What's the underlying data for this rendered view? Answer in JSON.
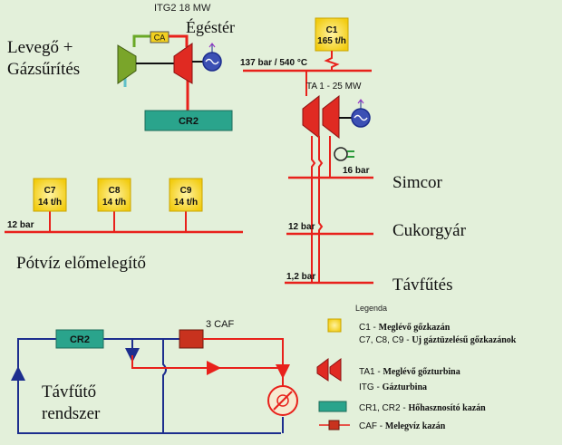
{
  "left": {
    "itg_label": "ITG2 18 MW",
    "combustor_label": "Égéstér",
    "gas_label_1": "Levegő +",
    "gas_label_2": "Gázsűrítés",
    "ca_label": "CA",
    "cr2_label": "CR2"
  },
  "right": {
    "c1_name": "C1",
    "c1_flow": "165 t/h",
    "steam_header": "137 bar  /  540 °C",
    "turbine_label": "TA 1 - 25 MW",
    "p16_label": "16 bar",
    "p12_label": "12 bar",
    "p12_left_label": "12 bar",
    "p1_label": "1,2 bar",
    "simcor": "Simcor",
    "cukorgyar": "Cukorgyár",
    "tavfutes": "Távfűtés"
  },
  "boilers": [
    {
      "name": "C7",
      "flow": "14 t/h"
    },
    {
      "name": "C8",
      "flow": "14 t/h"
    },
    {
      "name": "C9",
      "flow": "14 t/h"
    }
  ],
  "potviz": "Pótvíz előmelegítő",
  "network": {
    "cr2_label": "CR2",
    "caf_label": "3 CAF",
    "title_1": "Távfűtő",
    "title_2": "rendszer"
  },
  "legend": {
    "title": "Legenda",
    "c1_code": "C1 - ",
    "c1_desc": "Meglévő gőzkazán",
    "c7_code": "C7, C8, C9 - ",
    "c7_desc": "Uj gáztüzelésű gőzkazánok",
    "ta1_code": "TA1 - ",
    "ta1_desc": "Meglévő gőzturbina",
    "itg_code": "ITG - ",
    "itg_desc": "Gázturbina",
    "cr_code": "CR1, CR2 - ",
    "cr_desc": "Hőhasznosító kazán",
    "caf_code": "CAF - ",
    "caf_desc": "Melegvíz kazán"
  },
  "colors": {
    "red": "#e8211b",
    "teal": "#2aa48c",
    "yellow": "#f2d020",
    "navy": "#1d2e8e",
    "green": "#6aa826",
    "turbine_red": "#e02a22"
  }
}
